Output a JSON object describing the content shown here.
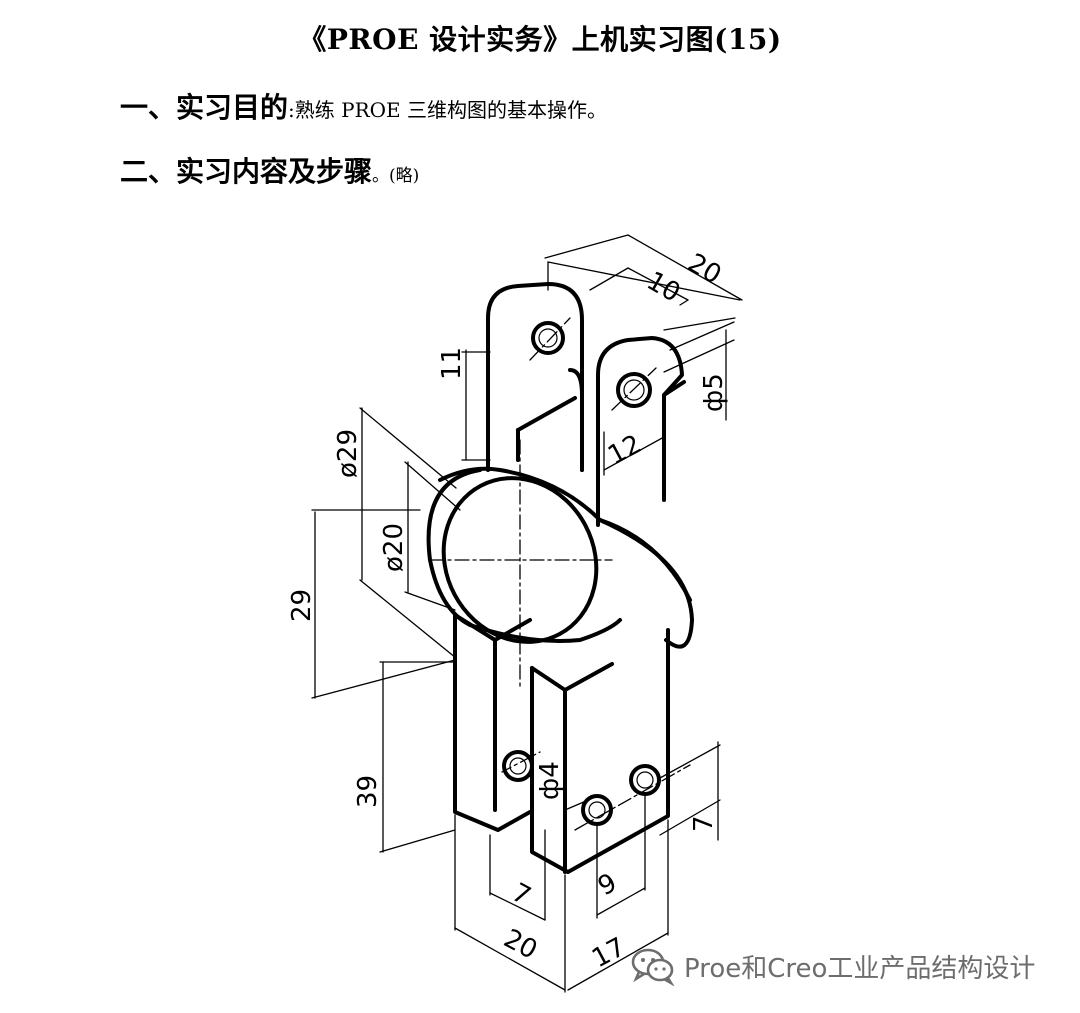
{
  "page": {
    "title": "《PROE 设计实务》上机实习图(15)",
    "section1": {
      "heading": "一、实习目的",
      "separator": ":",
      "text": "熟练  PROE 三维构图的基本操作。"
    },
    "section2": {
      "heading": "二、实习内容及步骤",
      "separator": "。",
      "text": "(略)"
    }
  },
  "drawing": {
    "dimensions": {
      "d20_top": "20",
      "d10_top": "10",
      "d11": "11",
      "d5": "ф5",
      "d12": "12",
      "d29_dia": "ø29",
      "d20_dia": "ø20",
      "d29_len": "29",
      "d39": "39",
      "d4": "ф4",
      "d7_right": "7",
      "d7_bottom": "7",
      "d9": "9",
      "d20_bottom": "20",
      "d17": "17"
    }
  },
  "watermark": {
    "icon": "wechat-icon",
    "text": "Proe和Creo工业产品结构设计",
    "color": "#6d6d6d"
  }
}
